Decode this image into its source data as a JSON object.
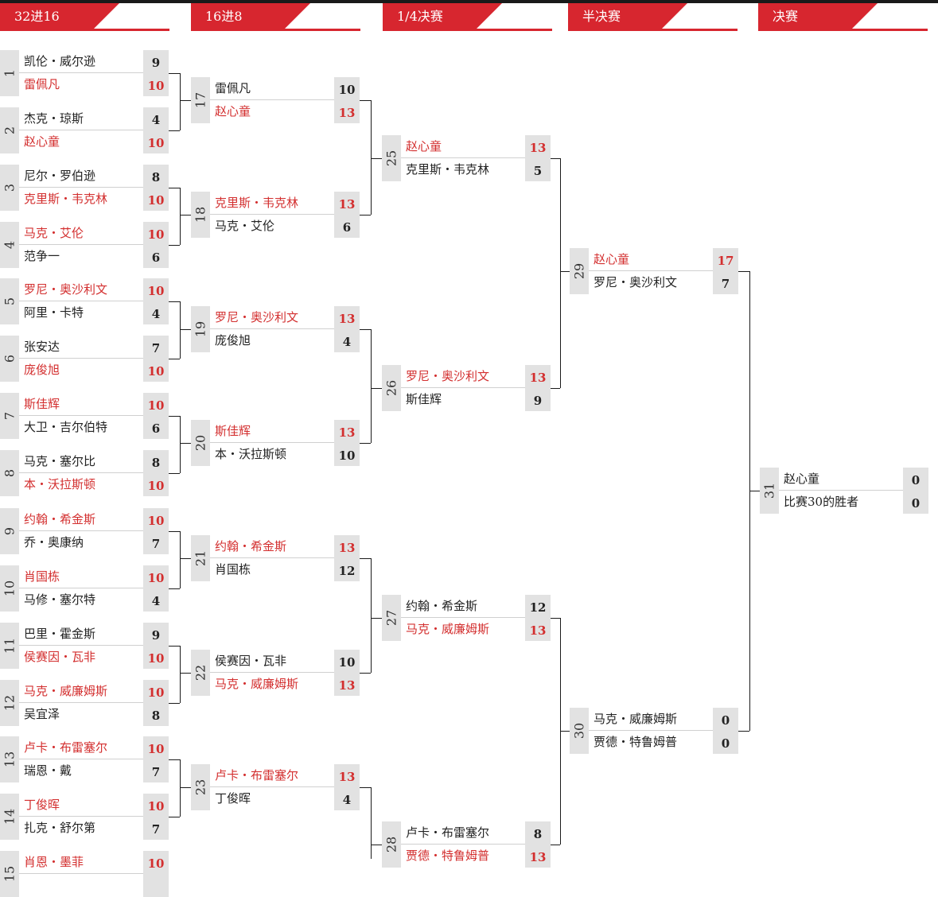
{
  "rounds": [
    {
      "label": "32进16"
    },
    {
      "label": "16进8"
    },
    {
      "label": "1/4决赛"
    },
    {
      "label": "半决赛"
    },
    {
      "label": "决赛"
    }
  ],
  "matches": [
    {
      "id": "m1",
      "num": "1",
      "round": 0,
      "top": [
        {
          "name": "凯伦・威尔逊",
          "score": "9",
          "win": false
        },
        {
          "name": "雷佩凡",
          "score": "10",
          "win": true
        }
      ]
    },
    {
      "id": "m2",
      "num": "2",
      "round": 0,
      "top": [
        {
          "name": "杰克・琼斯",
          "score": "4",
          "win": false
        },
        {
          "name": "赵心童",
          "score": "10",
          "win": true
        }
      ]
    },
    {
      "id": "m3",
      "num": "3",
      "round": 0,
      "top": [
        {
          "name": "尼尔・罗伯逊",
          "score": "8",
          "win": false
        },
        {
          "name": "克里斯・韦克林",
          "score": "10",
          "win": true
        }
      ]
    },
    {
      "id": "m4",
      "num": "4",
      "round": 0,
      "top": [
        {
          "name": "马克・艾伦",
          "score": "10",
          "win": true
        },
        {
          "name": "范争一",
          "score": "6",
          "win": false
        }
      ]
    },
    {
      "id": "m5",
      "num": "5",
      "round": 0,
      "top": [
        {
          "name": "罗尼・奥沙利文",
          "score": "10",
          "win": true
        },
        {
          "name": "阿里・卡特",
          "score": "4",
          "win": false
        }
      ]
    },
    {
      "id": "m6",
      "num": "6",
      "round": 0,
      "top": [
        {
          "name": "张安达",
          "score": "7",
          "win": false
        },
        {
          "name": "庞俊旭",
          "score": "10",
          "win": true
        }
      ]
    },
    {
      "id": "m7",
      "num": "7",
      "round": 0,
      "top": [
        {
          "name": "斯佳辉",
          "score": "10",
          "win": true
        },
        {
          "name": "大卫・吉尔伯特",
          "score": "6",
          "win": false
        }
      ]
    },
    {
      "id": "m8",
      "num": "8",
      "round": 0,
      "top": [
        {
          "name": "马克・塞尔比",
          "score": "8",
          "win": false
        },
        {
          "name": "本・沃拉斯顿",
          "score": "10",
          "win": true
        }
      ]
    },
    {
      "id": "m9",
      "num": "9",
      "round": 0,
      "top": [
        {
          "name": "约翰・希金斯",
          "score": "10",
          "win": true
        },
        {
          "name": "乔・奥康纳",
          "score": "7",
          "win": false
        }
      ]
    },
    {
      "id": "m10",
      "num": "10",
      "round": 0,
      "top": [
        {
          "name": "肖国栋",
          "score": "10",
          "win": true
        },
        {
          "name": "马修・塞尔特",
          "score": "4",
          "win": false
        }
      ]
    },
    {
      "id": "m11",
      "num": "11",
      "round": 0,
      "top": [
        {
          "name": "巴里・霍金斯",
          "score": "9",
          "win": false
        },
        {
          "name": "侯赛因・瓦非",
          "score": "10",
          "win": true
        }
      ]
    },
    {
      "id": "m12",
      "num": "12",
      "round": 0,
      "top": [
        {
          "name": "马克・威廉姆斯",
          "score": "10",
          "win": true
        },
        {
          "name": "吴宜泽",
          "score": "8",
          "win": false
        }
      ]
    },
    {
      "id": "m13",
      "num": "13",
      "round": 0,
      "top": [
        {
          "name": "卢卡・布雷塞尔",
          "score": "10",
          "win": true
        },
        {
          "name": "瑞恩・戴",
          "score": "7",
          "win": false
        }
      ]
    },
    {
      "id": "m14",
      "num": "14",
      "round": 0,
      "top": [
        {
          "name": "丁俊晖",
          "score": "10",
          "win": true
        },
        {
          "name": "扎克・舒尔第",
          "score": "7",
          "win": false
        }
      ]
    },
    {
      "id": "m15",
      "num": "15",
      "round": 0,
      "top": [
        {
          "name": "肖恩・墨菲",
          "score": "10",
          "win": true
        },
        {
          "name": "",
          "score": "",
          "win": false
        }
      ]
    },
    {
      "id": "m17",
      "num": "17",
      "round": 1,
      "top": [
        {
          "name": "雷佩凡",
          "score": "10",
          "win": false
        },
        {
          "name": "赵心童",
          "score": "13",
          "win": true
        }
      ]
    },
    {
      "id": "m18",
      "num": "18",
      "round": 1,
      "top": [
        {
          "name": "克里斯・韦克林",
          "score": "13",
          "win": true
        },
        {
          "name": "马克・艾伦",
          "score": "6",
          "win": false
        }
      ]
    },
    {
      "id": "m19",
      "num": "19",
      "round": 1,
      "top": [
        {
          "name": "罗尼・奥沙利文",
          "score": "13",
          "win": true
        },
        {
          "name": "庞俊旭",
          "score": "4",
          "win": false
        }
      ]
    },
    {
      "id": "m20",
      "num": "20",
      "round": 1,
      "top": [
        {
          "name": "斯佳辉",
          "score": "13",
          "win": true
        },
        {
          "name": "本・沃拉斯顿",
          "score": "10",
          "win": false
        }
      ]
    },
    {
      "id": "m21",
      "num": "21",
      "round": 1,
      "top": [
        {
          "name": "约翰・希金斯",
          "score": "13",
          "win": true
        },
        {
          "name": "肖国栋",
          "score": "12",
          "win": false
        }
      ]
    },
    {
      "id": "m22",
      "num": "22",
      "round": 1,
      "top": [
        {
          "name": "侯赛因・瓦非",
          "score": "10",
          "win": false
        },
        {
          "name": "马克・威廉姆斯",
          "score": "13",
          "win": true
        }
      ]
    },
    {
      "id": "m23",
      "num": "23",
      "round": 1,
      "top": [
        {
          "name": "卢卡・布雷塞尔",
          "score": "13",
          "win": true
        },
        {
          "name": "丁俊晖",
          "score": "4",
          "win": false
        }
      ]
    },
    {
      "id": "m25",
      "num": "25",
      "round": 2,
      "top": [
        {
          "name": "赵心童",
          "score": "13",
          "win": true
        },
        {
          "name": "克里斯・韦克林",
          "score": "5",
          "win": false
        }
      ]
    },
    {
      "id": "m26",
      "num": "26",
      "round": 2,
      "top": [
        {
          "name": "罗尼・奥沙利文",
          "score": "13",
          "win": true
        },
        {
          "name": "斯佳辉",
          "score": "9",
          "win": false
        }
      ]
    },
    {
      "id": "m27",
      "num": "27",
      "round": 2,
      "top": [
        {
          "name": "约翰・希金斯",
          "score": "12",
          "win": false
        },
        {
          "name": "马克・威廉姆斯",
          "score": "13",
          "win": true
        }
      ]
    },
    {
      "id": "m28",
      "num": "28",
      "round": 2,
      "top": [
        {
          "name": "卢卡・布雷塞尔",
          "score": "8",
          "win": false
        },
        {
          "name": "贾德・特鲁姆普",
          "score": "13",
          "win": true
        }
      ]
    },
    {
      "id": "m29",
      "num": "29",
      "round": 3,
      "top": [
        {
          "name": "赵心童",
          "score": "17",
          "win": true
        },
        {
          "name": "罗尼・奥沙利文",
          "score": "7",
          "win": false
        }
      ]
    },
    {
      "id": "m30",
      "num": "30",
      "round": 3,
      "top": [
        {
          "name": "马克・威廉姆斯",
          "score": "0",
          "win": false
        },
        {
          "name": "贾德・特鲁姆普",
          "score": "0",
          "win": false
        }
      ]
    },
    {
      "id": "m31",
      "num": "31",
      "round": 4,
      "top": [
        {
          "name": "赵心童",
          "score": "0",
          "win": false
        },
        {
          "name": "比赛30的胜者",
          "score": "0",
          "win": false
        }
      ]
    }
  ]
}
